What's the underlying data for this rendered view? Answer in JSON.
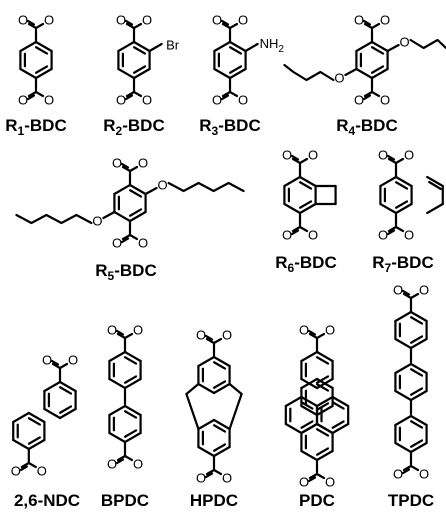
{
  "atom_symbols": {
    "oxygen": "O",
    "bromine": "Br",
    "amine": "NH",
    "amine_sub": "2"
  },
  "labels": [
    {
      "id": "r1",
      "prefix": "R",
      "sub": "1",
      "suffix": "-BDC"
    },
    {
      "id": "r2",
      "prefix": "R",
      "sub": "2",
      "suffix": "-BDC"
    },
    {
      "id": "r3",
      "prefix": "R",
      "sub": "3",
      "suffix": "-BDC"
    },
    {
      "id": "r4",
      "prefix": "R",
      "sub": "4",
      "suffix": "-BDC"
    },
    {
      "id": "r5",
      "prefix": "R",
      "sub": "5",
      "suffix": "-BDC"
    },
    {
      "id": "r6",
      "prefix": "R",
      "sub": "6",
      "suffix": "-BDC"
    },
    {
      "id": "r7",
      "prefix": "R",
      "sub": "7",
      "suffix": "-BDC"
    },
    {
      "id": "ndc",
      "prefix": "2,6-NDC",
      "sub": "",
      "suffix": ""
    },
    {
      "id": "bpdc",
      "prefix": "BPDC",
      "sub": "",
      "suffix": ""
    },
    {
      "id": "hpdc",
      "prefix": "HPDC",
      "sub": "",
      "suffix": ""
    },
    {
      "id": "pdc",
      "prefix": "PDC",
      "sub": "",
      "suffix": ""
    },
    {
      "id": "tpdc",
      "prefix": "TPDC",
      "sub": "",
      "suffix": ""
    }
  ]
}
